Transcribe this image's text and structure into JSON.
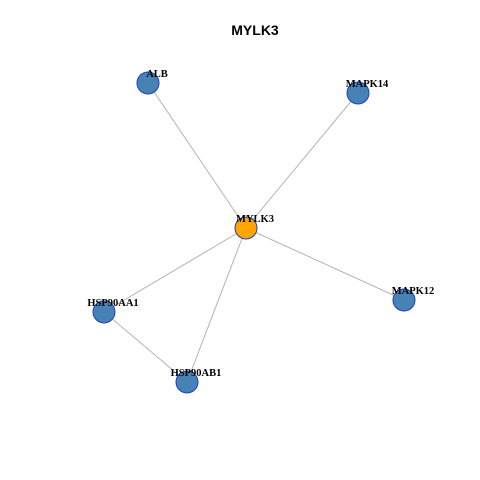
{
  "title": "MYLK3",
  "colors": {
    "center_node": "#ffa500",
    "neighbor_node": "#4682b4",
    "node_border": "#1f3fbf",
    "edge": "#b3b3b3"
  },
  "nodes": [
    {
      "id": "MYLK3",
      "label": "MYLK3",
      "role": "center"
    },
    {
      "id": "ALB",
      "label": "ALB",
      "role": "neighbor"
    },
    {
      "id": "MAPK14",
      "label": "MAPK14",
      "role": "neighbor"
    },
    {
      "id": "MAPK12",
      "label": "MAPK12",
      "role": "neighbor"
    },
    {
      "id": "HSP90AB1",
      "label": "HSP90AB1",
      "role": "neighbor"
    },
    {
      "id": "HSP90AA1",
      "label": "HSP90AA1",
      "role": "neighbor"
    }
  ],
  "edges": [
    {
      "source": "MYLK3",
      "target": "ALB"
    },
    {
      "source": "MYLK3",
      "target": "MAPK14"
    },
    {
      "source": "MYLK3",
      "target": "MAPK12"
    },
    {
      "source": "MYLK3",
      "target": "HSP90AB1"
    },
    {
      "source": "MYLK3",
      "target": "HSP90AA1"
    },
    {
      "source": "HSP90AA1",
      "target": "HSP90AB1"
    }
  ]
}
